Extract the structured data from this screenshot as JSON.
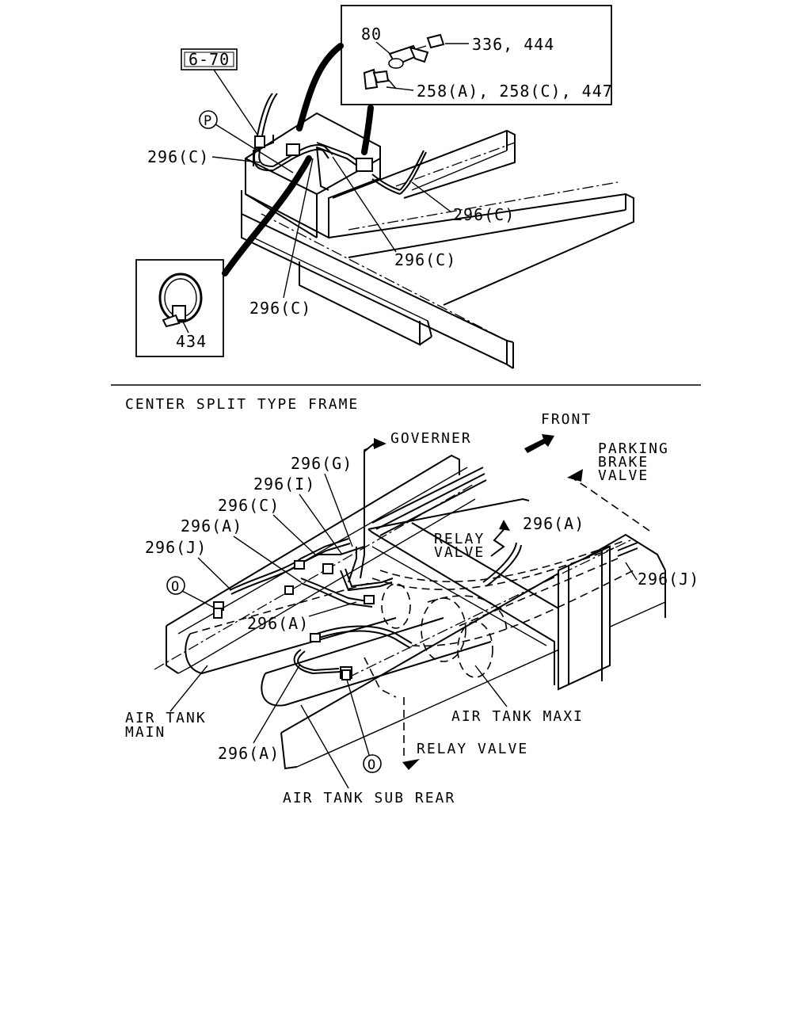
{
  "top_view": {
    "ref_box": "6-70",
    "callout_fitting": {
      "part_80": "80",
      "part_336_444": "336, 444",
      "part_258": "258(A), 258(C), 447"
    },
    "marker_p": "P",
    "clamp_part": "434",
    "hoses": {
      "left": "296(C)",
      "right": "296(C)",
      "middle": "296(C)",
      "lower": "296(C)"
    }
  },
  "bottom_view": {
    "title": "CENTER SPLIT TYPE FRAME",
    "front_label": "FRONT",
    "governer_label": "GOVERNER",
    "parking_brake_label": [
      "PARKING",
      "BRAKE",
      "VALVE"
    ],
    "relay_valve_upper": [
      "RELAY",
      "VALVE"
    ],
    "relay_valve_lower": "RELAY VALVE",
    "air_tank_main": [
      "AIR TANK",
      "MAIN"
    ],
    "air_tank_maxi": "AIR TANK MAXI",
    "air_tank_sub_rear": "AIR TANK SUB REAR",
    "marker_o": "O",
    "hoses": {
      "g": "296(G)",
      "i": "296(I)",
      "c": "296(C)",
      "a_upper_left": "296(A)",
      "j_left": "296(J)",
      "a_middle": "296(A)",
      "a_right": "296(A)",
      "j_right": "296(J)",
      "a_bottom": "296(A)"
    }
  }
}
